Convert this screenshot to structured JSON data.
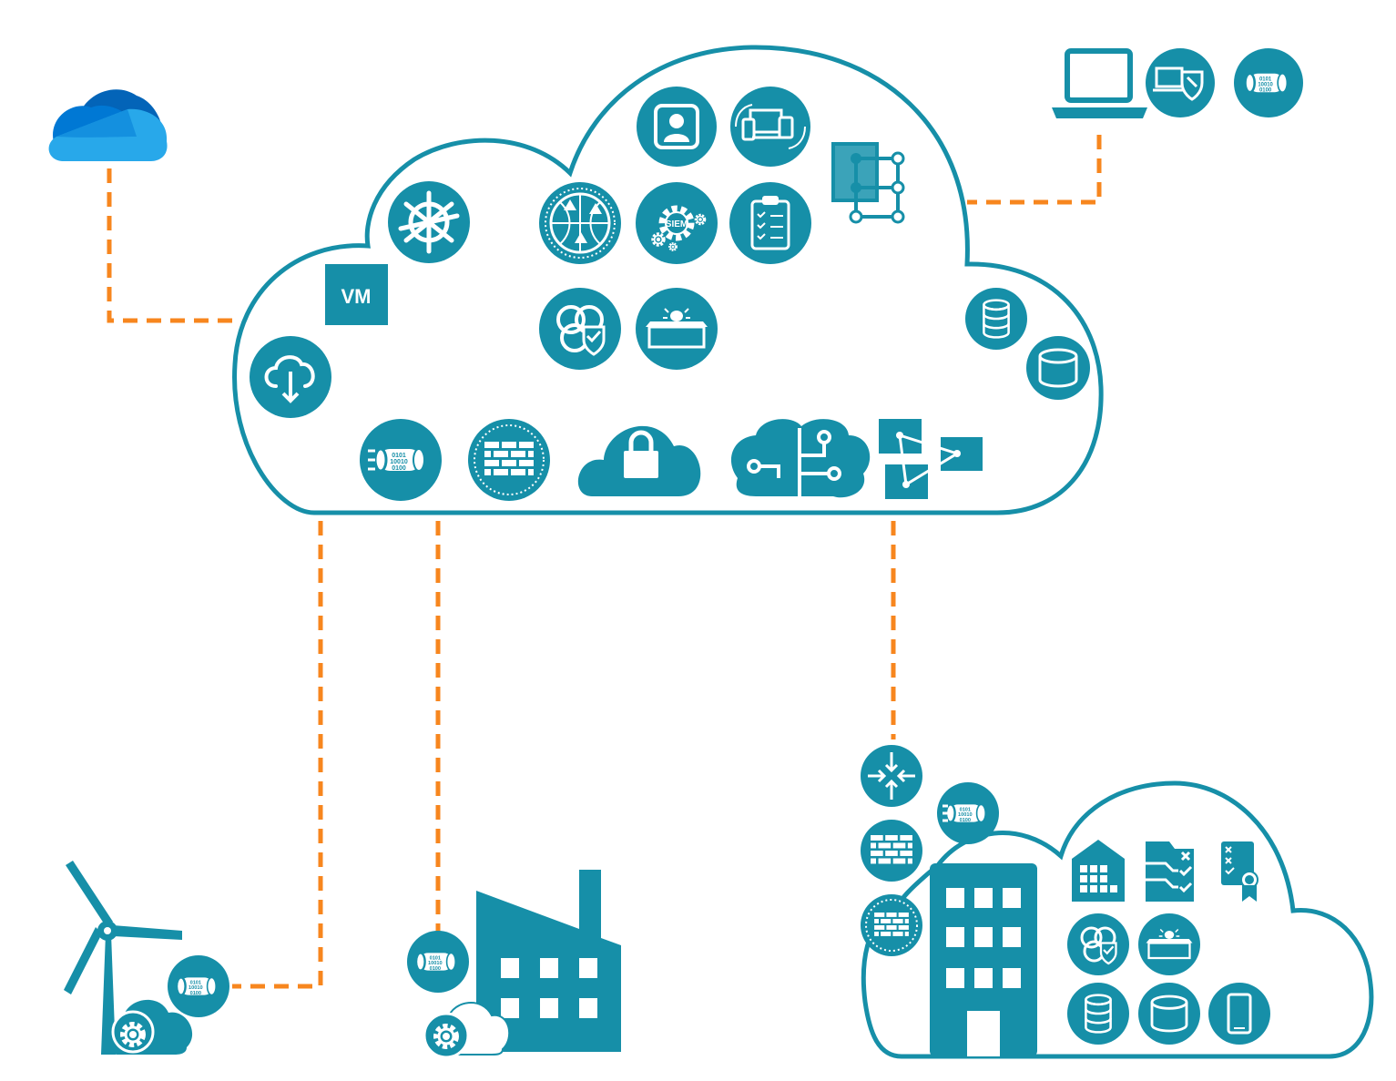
{
  "colors": {
    "teal": "#168fa8",
    "orange": "#f7861e",
    "onedrive_dark": "#0364b8",
    "onedrive_mid": "#0078d4",
    "onedrive_light": "#28a8ea",
    "white": "#ffffff"
  },
  "labels": {
    "vm": "VM",
    "siem": "SIEM",
    "binary": "0101"
  },
  "icons": {
    "main_cloud": [
      "kubernetes-icon",
      "vm-icon",
      "cloud-download-icon",
      "threat-intel-globe-icon",
      "siem-icon",
      "biohazard-shield-icon",
      "sandbox-bug-icon",
      "user-portrait-icon",
      "devices-icon",
      "clipboard-checklist-icon",
      "network-topology-icon",
      "database-icon",
      "disk-storage-icon",
      "data-pipe-icon",
      "firewall-icon",
      "cloud-lock-icon",
      "ai-brain-icon",
      "workflow-icon"
    ],
    "remote": [
      "laptop-icon",
      "device-shield-icon",
      "data-pipe-icon"
    ],
    "onprem": [
      "router-icon",
      "firewall-icon",
      "data-pipe-icon",
      "office-building-icon",
      "warehouse-icon",
      "file-checklist-icon",
      "certificate-icon",
      "biohazard-shield-icon",
      "sandbox-bug-icon",
      "database-icon",
      "disk-storage-icon",
      "mobile-device-icon"
    ],
    "edge": [
      "wind-turbine-icon",
      "factory-icon",
      "gear-cloud-icon"
    ]
  }
}
